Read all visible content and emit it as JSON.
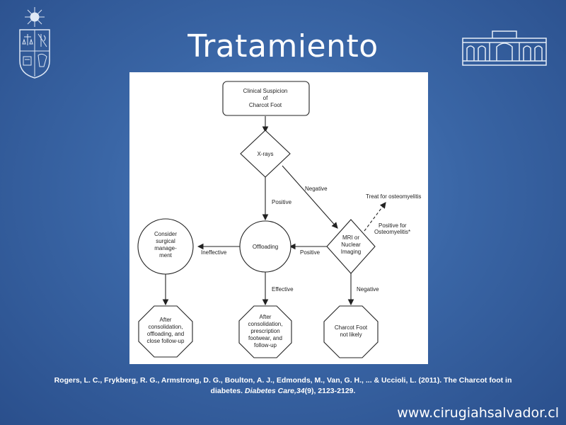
{
  "slide": {
    "title": "Tratamiento",
    "footer_url": "www.cirugiahsalvador.cl"
  },
  "citation": {
    "authors": "Rogers, L. C., Frykberg, R. G., Armstrong, D. G., Boulton, A. J., Edmonds, M., Van, G. H., ... & Uccioli, L. (2011). The Charcot foot in diabetes. ",
    "journal": "Diabetes Care,34",
    "details": "(9), 2123-2129."
  },
  "diagram": {
    "nodes": {
      "start": [
        "Clinical Suspicion",
        "of",
        "Charcot Foot"
      ],
      "xrays": [
        "X-rays"
      ],
      "offloading": [
        "Offloading"
      ],
      "mri": [
        "MRI or",
        "Nuclear",
        "Imaging"
      ],
      "surgical": [
        "Consider",
        "surgical",
        "manage-",
        "ment"
      ],
      "after_surgical": [
        "After",
        "consolidation,",
        "offloading, and",
        "close follow-up"
      ],
      "after_offloading": [
        "After",
        "consolidation,",
        "prescription",
        "footwear, and",
        "follow-up"
      ],
      "not_likely": [
        "Charcot Foot",
        "not likely"
      ]
    },
    "edge_labels": {
      "negative_top": "Negative",
      "positive_left": "Positive",
      "treat": "Treat for osteomyelitis",
      "positive_osteo": [
        "Positive for",
        "Osteomyelitis*"
      ],
      "positive_mid": "Positive",
      "ineffective": "Ineffective",
      "effective": "Effective",
      "negative_bottom": "Negative"
    }
  }
}
